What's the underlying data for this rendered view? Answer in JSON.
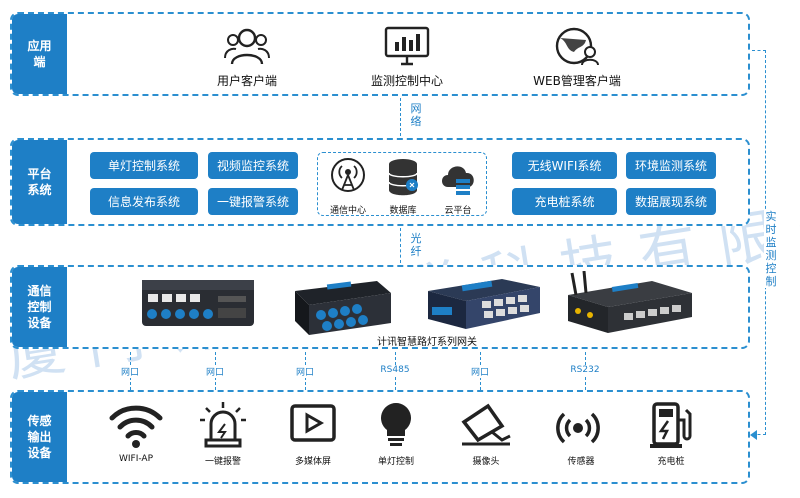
{
  "layers": {
    "app": {
      "label": "应用端",
      "items": [
        "用户客户端",
        "监测控制中心",
        "WEB管理客户端"
      ]
    },
    "link_app_platform": "网络",
    "platform": {
      "label": "平台系统",
      "left_buttons": [
        "单灯控制系统",
        "视频监控系统",
        "信息发布系统",
        "一键报警系统"
      ],
      "center": [
        "通信中心",
        "数据库",
        "云平台"
      ],
      "right_buttons": [
        "无线WIFI系统",
        "环境监测系统",
        "充电桩系统",
        "数据展现系统"
      ]
    },
    "link_platform_comm": "光纤",
    "comm": {
      "label": "通信控制设备",
      "gateway_label": "计讯智慧路灯系列网关"
    },
    "interfaces": [
      "网口",
      "网口",
      "网口",
      "RS485",
      "网口",
      "RS232"
    ],
    "io": {
      "label": "传感输出设备",
      "items": [
        {
          "label": "WIFI-AP",
          "icon": "wifi-icon"
        },
        {
          "label": "一键报警",
          "icon": "alarm-icon"
        },
        {
          "label": "多媒体屏",
          "icon": "media-screen-icon"
        },
        {
          "label": "单灯控制",
          "icon": "bulb-icon"
        },
        {
          "label": "摄像头",
          "icon": "camera-icon"
        },
        {
          "label": "传感器",
          "icon": "sensor-icon"
        },
        {
          "label": "充电桩",
          "icon": "charging-pile-icon"
        }
      ]
    },
    "side_label": "实时监测控制"
  },
  "watermark": "厦门计讯物联科技有限公司",
  "colors": {
    "accent": "#1e7fc6",
    "dashed": "#2b8fd0"
  }
}
